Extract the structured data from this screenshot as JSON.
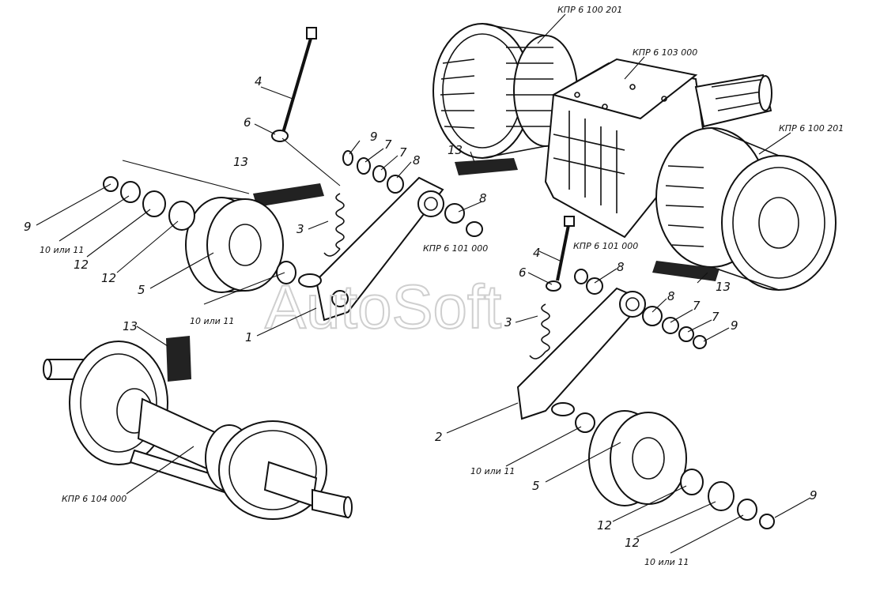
{
  "watermark": "AutoSoft",
  "codes": {
    "rear_pulley_top": "КПР 6 100 201",
    "gearbox": "КПР 6 103 000",
    "rear_pulley_right": "КПР 6 100 201",
    "arm_left_assy": "КПР 6 101 000",
    "arm_right_assy": "КПР 6 101 000",
    "shaft_assy": "КПР 6 104 000"
  },
  "labels": {
    "l1": "1",
    "l2": "2",
    "l3a": "3",
    "l3b": "3",
    "l4a": "4",
    "l4b": "4",
    "l5a": "5",
    "l5b": "5",
    "l6a": "6",
    "l6b": "6",
    "l7a": "7",
    "l7b": "7",
    "l7c": "7",
    "l7d": "7",
    "l8a": "8",
    "l8b": "8",
    "l8c": "8",
    "l8d": "8",
    "l9a": "9",
    "l9b": "9",
    "l9c": "9",
    "l9d": "9",
    "l10a": "10 или 11",
    "l10b": "10 или 11",
    "l10c": "10 или 11",
    "l10d": "10 или 11",
    "l12a": "12",
    "l12b": "12",
    "l12c": "12",
    "l12d": "12",
    "l13a": "13",
    "l13b": "13",
    "l13c": "13",
    "l13d": "13"
  }
}
